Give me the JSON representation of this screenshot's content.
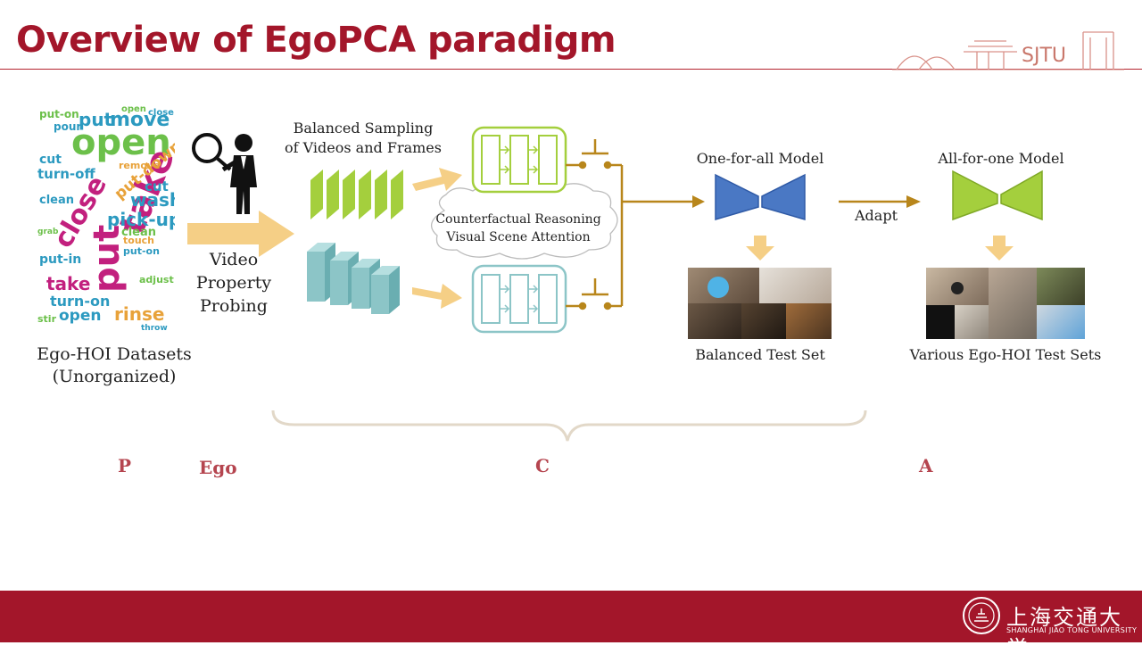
{
  "slide": {
    "title": "Overview of EgoPCA paradigm",
    "logo_text": "SJTU"
  },
  "wordcloud": {
    "words": [
      {
        "t": "open",
        "c": "#6cc04a"
      },
      {
        "t": "take",
        "c": "#c2207e"
      },
      {
        "t": "put",
        "c": "#c2207e"
      },
      {
        "t": "close",
        "c": "#c2207e"
      },
      {
        "t": "move",
        "c": "#2c9ac0"
      },
      {
        "t": "put",
        "c": "#2c9ac0"
      },
      {
        "t": "wash",
        "c": "#2c9ac0"
      },
      {
        "t": "pick-up",
        "c": "#2c9ac0"
      },
      {
        "t": "put-down",
        "c": "#e8a23a"
      },
      {
        "t": "turn-off",
        "c": "#2c9ac0"
      },
      {
        "t": "rinse",
        "c": "#e8a23a"
      },
      {
        "t": "open",
        "c": "#2c9ac0"
      },
      {
        "t": "turn-on",
        "c": "#2c9ac0"
      },
      {
        "t": "take",
        "c": "#c2207e"
      },
      {
        "t": "put-in",
        "c": "#2c9ac0"
      },
      {
        "t": "cut",
        "c": "#2c9ac0"
      },
      {
        "t": "clean",
        "c": "#6cc04a"
      },
      {
        "t": "put-on",
        "c": "#6cc04a"
      },
      {
        "t": "pour",
        "c": "#2c9ac0"
      },
      {
        "t": "stir",
        "c": "#6cc04a"
      },
      {
        "t": "remove",
        "c": "#e8a23a"
      },
      {
        "t": "adjust",
        "c": "#6cc04a"
      },
      {
        "t": "touch",
        "c": "#e8a23a"
      },
      {
        "t": "throw",
        "c": "#2c9ac0"
      },
      {
        "t": "grab",
        "c": "#6cc04a"
      },
      {
        "t": "cut",
        "c": "#2c9ac0"
      },
      {
        "t": "clean",
        "c": "#2c9ac0"
      },
      {
        "t": "put-on",
        "c": "#2c9ac0"
      },
      {
        "t": "close",
        "c": "#2c9ac0"
      },
      {
        "t": "open",
        "c": "#6cc04a"
      }
    ]
  },
  "labels": {
    "datasets_line1": "Ego-HOI Datasets",
    "datasets_line2": "(Unorganized)",
    "probing_line1": "Video",
    "probing_line2": "Property",
    "probing_line3": "Probing",
    "sampling_line1": "Balanced Sampling",
    "sampling_line2": "of Videos and Frames",
    "cloud_line1": "Counterfactual Reasoning",
    "cloud_line2": "Visual Scene Attention",
    "one_for_all": "One-for-all Model",
    "all_for_one": "All-for-one Model",
    "adapt": "Adapt",
    "balanced_test": "Balanced Test Set",
    "various_test": "Various Ego-HOI Test Sets"
  },
  "letters": {
    "p": "P",
    "ego": "Ego",
    "c": "C",
    "a": "A"
  },
  "footer": {
    "cn": "上海交通大学",
    "en": "SHANGHAI JIAO TONG UNIVERSITY"
  },
  "colors": {
    "brand_red": "#a3162a",
    "arrow_gold": "#b8861b",
    "frames_green": "#a4cf3d",
    "frames_teal": "#8cc5c7",
    "model_blue": "#4a78c4",
    "model_green": "#a4cf3d",
    "soft_arrow": "#f5cf86"
  }
}
